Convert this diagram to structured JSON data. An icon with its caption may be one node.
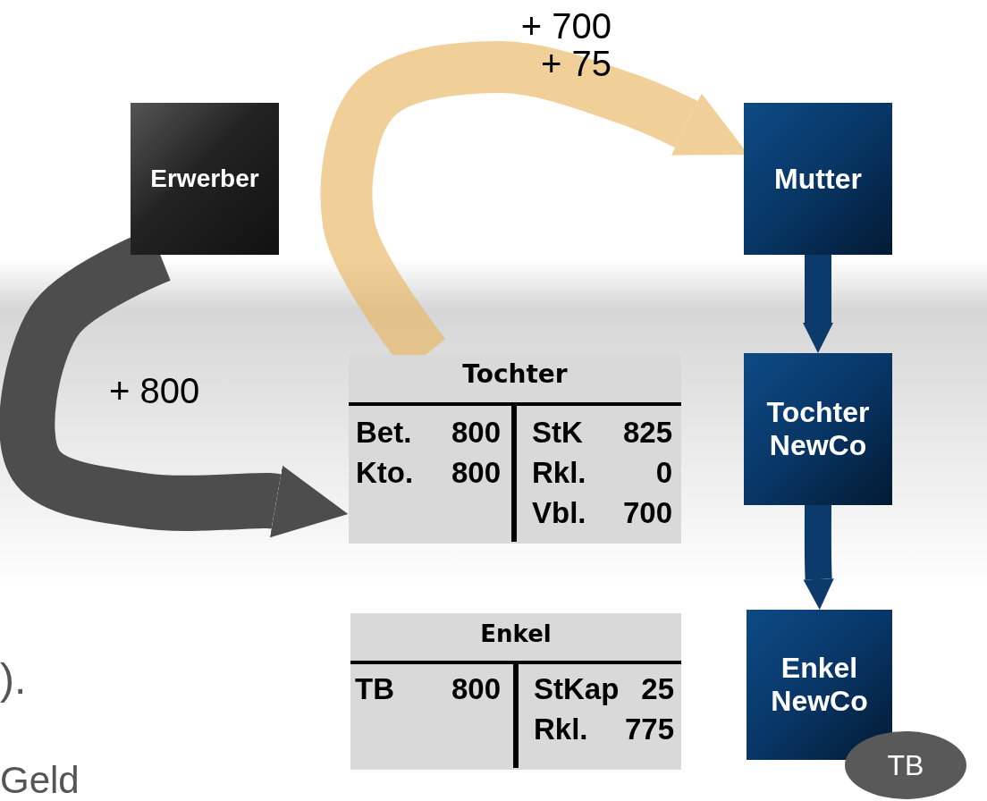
{
  "diagram": {
    "nodes": [
      {
        "text": [
          "Erwerber"
        ]
      },
      {
        "text": [
          "Mutter"
        ]
      },
      {
        "text": [
          "Tochter NewCo"
        ]
      },
      {
        "text": [
          "Enkel NewCo"
        ]
      },
      {
        "text": [
          "Tochter",
          "Bet.",
          "800",
          "Kto.",
          "800",
          "StK",
          "825",
          "Rkl.",
          "0",
          "Vbl.",
          "700"
        ]
      },
      {
        "text": [
          "Enkel",
          "TB",
          "800",
          "StKap",
          "25",
          "Rkl.",
          "775"
        ]
      },
      {
        "text": [
          "TB"
        ]
      }
    ],
    "edges": [
      {
        "from": 0,
        "to": 4,
        "arrow": "to",
        "label": "+ 800",
        "style": "thick",
        "color": "#4d4d4d"
      },
      {
        "from": 4,
        "to": 1,
        "arrow": "to",
        "label": "+ 700 + 75",
        "style": "thick",
        "color": "#e8b562"
      },
      {
        "from": 1,
        "to": 2,
        "arrow": "to",
        "color": "#0b3a6b"
      },
      {
        "from": 2,
        "to": 3,
        "arrow": "to",
        "color": "#0b3a6b"
      }
    ],
    "labels": [
      ").",
      "Geld"
    ]
  }
}
